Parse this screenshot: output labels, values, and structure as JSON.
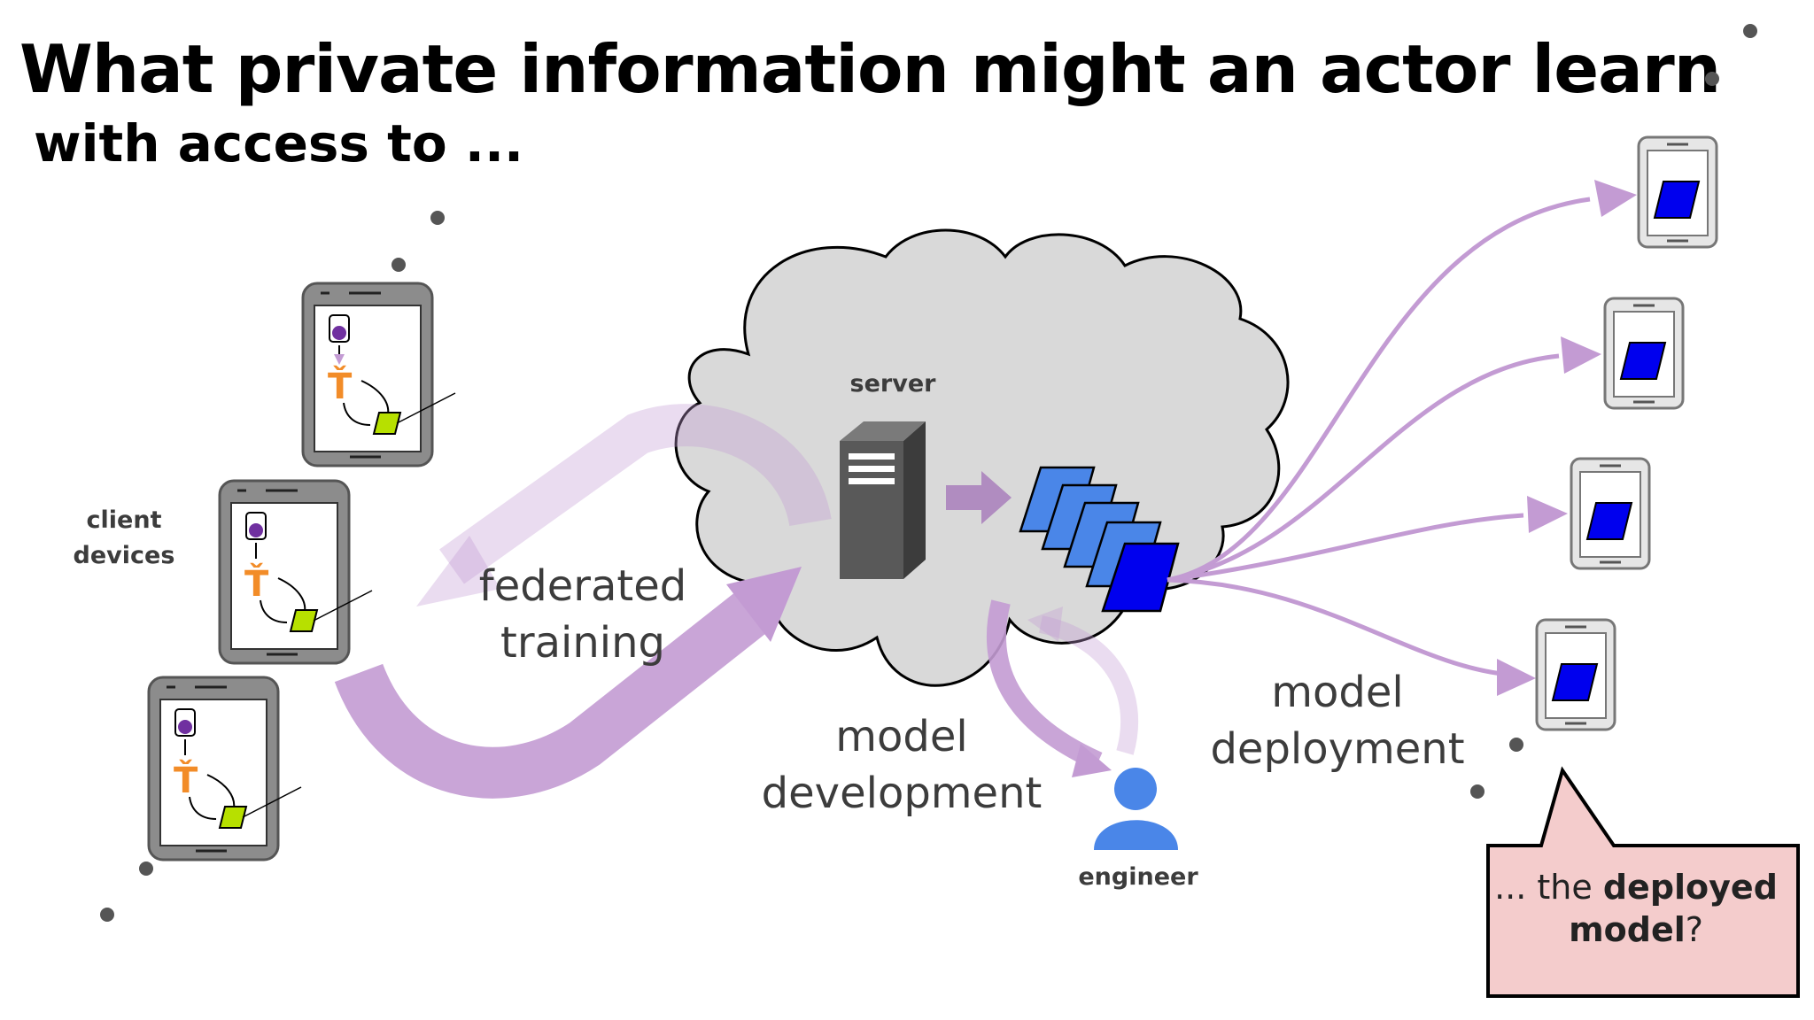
{
  "title": "What private information might an actor learn",
  "subtitle": "with access to ...",
  "labels": {
    "server": "server",
    "client_devices_line1": "client",
    "client_devices_line2": "devices",
    "federated_line1": "federated",
    "federated_line2": "training",
    "model_dev_line1": "model",
    "model_dev_line2": "development",
    "model_deploy_line1": "model",
    "model_deploy_line2": "deployment",
    "engineer": "engineer"
  },
  "callout": {
    "prefix": "... the ",
    "bold1": "deployed",
    "bold2": "model",
    "suffix": "?"
  },
  "colors": {
    "cloud": "#d9d9d9",
    "arrow_purple": "#c39bd3",
    "arrow_light": "#e5d8ee",
    "model_blue": "#0000ee",
    "stack_blue": "#4a86e8",
    "callout_bg": "#f4cccc",
    "phone_frame": "#8c8c8c",
    "engineer_blue": "#4a86e8"
  }
}
